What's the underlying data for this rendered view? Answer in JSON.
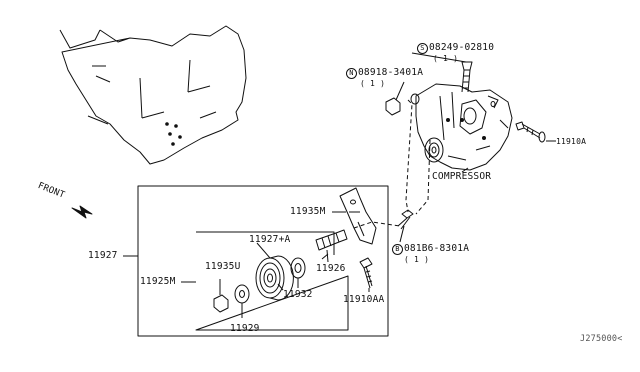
{
  "diagram": {
    "front_label": "FRONT",
    "parts": {
      "p11927": "11927",
      "p11927a": "11927+A",
      "p11925m": "11925M",
      "p11935u": "11935U",
      "p11926": "11926",
      "p11932": "11932",
      "p11929": "11929",
      "p11935m": "11935M",
      "p11910aa": "11910AA",
      "p11910a": "11910A",
      "compressor": "COMPRESSOR"
    },
    "callouts": {
      "s_symbol": "S",
      "s_part": "08249-02810",
      "s_qty": "( 1 )",
      "n_symbol": "N",
      "n_part": "08918-3401A",
      "n_qty": "( 1 )",
      "b_symbol": "B",
      "b_part": "081B6-8301A",
      "b_qty": "( 1 )"
    },
    "diagram_code": "J275000<"
  }
}
